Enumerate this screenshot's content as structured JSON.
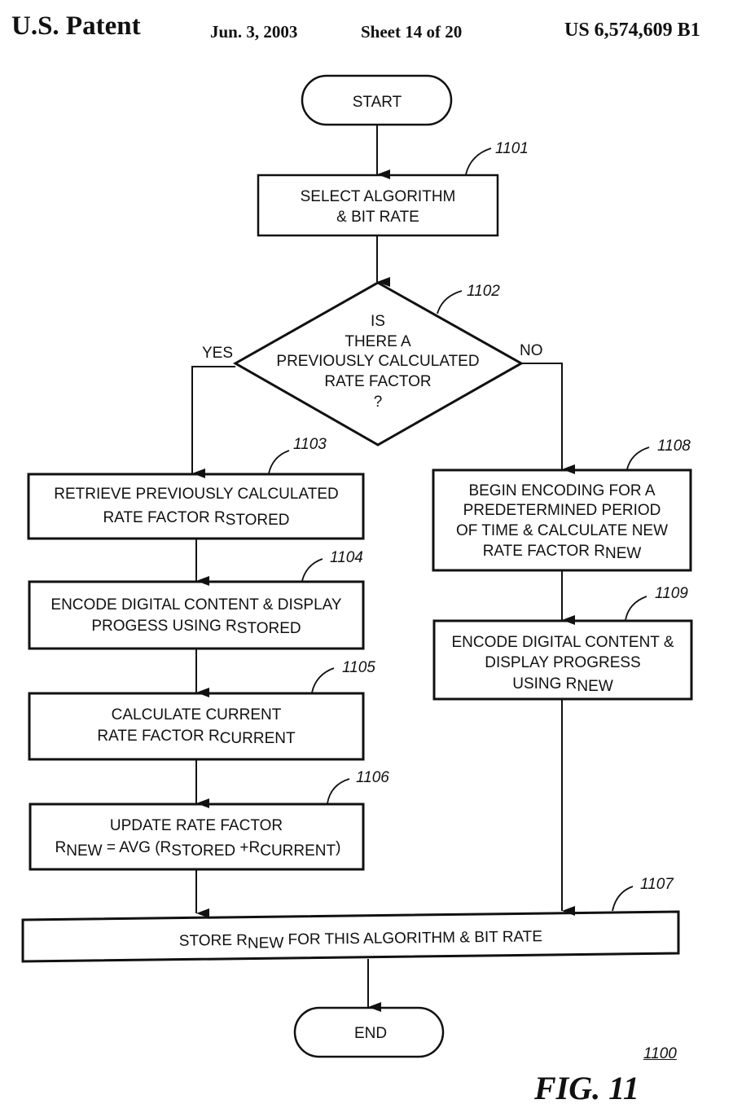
{
  "header": {
    "title": "U.S. Patent",
    "date": "Jun. 3, 2003",
    "sheet": "Sheet 14 of 20",
    "patent_number": "US 6,574,609 B1"
  },
  "figure": {
    "label": "FIG. 11",
    "ref": "1100"
  },
  "flowchart": {
    "start": "START",
    "end": "END",
    "steps": {
      "s1101": {
        "ref": "1101",
        "lines": [
          [
            "SELECT ALGORITHM"
          ],
          [
            "& BIT RATE"
          ]
        ]
      },
      "s1102": {
        "ref": "1102",
        "lines": [
          "IS",
          "THERE A",
          "PREVIOUSLY CALCULATED",
          "RATE FACTOR",
          "?"
        ],
        "yes_label": "YES",
        "no_label": "NO"
      },
      "s1103": {
        "ref": "1103",
        "line1": "RETRIEVE PREVIOUSLY CALCULATED",
        "line2_main": "RATE FACTOR R",
        "line2_sub": "STORED"
      },
      "s1104": {
        "ref": "1104",
        "line1": "ENCODE DIGITAL CONTENT & DISPLAY",
        "line2_main": "PROGESS USING  R",
        "line2_sub": "STORED"
      },
      "s1105": {
        "ref": "1105",
        "line1": "CALCULATE CURRENT",
        "line2_main": "RATE FACTOR  R",
        "line2_sub": "CURRENT"
      },
      "s1106": {
        "ref": "1106",
        "line1": "UPDATE RATE FACTOR",
        "f_r1": "R",
        "f_sub1": "NEW",
        "f_mid": " = AVG (R",
        "f_sub2": "STORED",
        "f_plus": " +R",
        "f_sub3": "CURRENT",
        "f_close": ")"
      },
      "s1107": {
        "ref": "1107",
        "pre": "STORE R",
        "sub": "NEW",
        "post": " FOR THIS ALGORITHM & BIT RATE"
      },
      "s1108": {
        "ref": "1108",
        "line1": "BEGIN ENCODING FOR A",
        "line2": "PREDETERMINED PERIOD",
        "line3": "OF TIME & CALCULATE NEW",
        "line4_main": "RATE FACTOR R",
        "line4_sub": "NEW"
      },
      "s1109": {
        "ref": "1109",
        "line1": "ENCODE DIGITAL CONTENT &",
        "line2": "DISPLAY PROGRESS",
        "line3_main": "USING R",
        "line3_sub": "NEW"
      }
    }
  }
}
